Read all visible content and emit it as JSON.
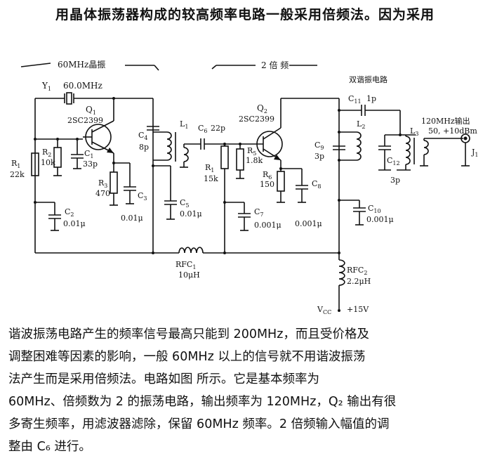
{
  "heading": "用晶体振荡器构成的较高频率电路一般采用倍频法。因为采用",
  "schematic": {
    "section_osc": "60MHz晶振",
    "section_doubler": "2 倍 频",
    "section_tank": "双谐振电路",
    "Y1": "Y",
    "Y1_sub": "1",
    "Y1_value": "60.0MHz",
    "Q1": "Q",
    "Q1_sub": "1",
    "Q1_part": "2SC2399",
    "Q2": "Q",
    "Q2_sub": "2",
    "Q2_part": "2SC2399",
    "R1a_name": "R",
    "R1a_sub": "1",
    "R1a_value": "22k",
    "R2_name": "R",
    "R2_sub": "2",
    "R2_value": "10k",
    "C1_name": "C",
    "C1_sub": "1",
    "C1_value": "33p",
    "R3_name": "R",
    "R3_sub": "3",
    "R3_value": "470",
    "C2_name": "C",
    "C2_sub": "2",
    "C2_value": "0.01μ",
    "C3_name": "C",
    "C3_sub": "3",
    "C3_value": "0.01μ",
    "C4_name": "C",
    "C4_sub": "4",
    "C4_value": "8p",
    "L1_name": "L",
    "L1_sub": "1",
    "C6_name": "C",
    "C6_sub": "6",
    "C6_value": "22p",
    "C5_name": "C",
    "C5_sub": "5",
    "C5_value": "0.01μ",
    "R1b_name": "R",
    "R1b_sub": "1",
    "R1b_value": "15k",
    "R5_name": "R",
    "R5_sub": "5",
    "R5_value": "1.8k",
    "R6_name": "R",
    "R6_sub": "6",
    "R6_value": "150",
    "C7_name": "C",
    "C7_sub": "7",
    "C7_value": "0.001μ",
    "C8_name": "C",
    "C8_sub": "8",
    "C8_value": "0.001μ",
    "C11_name": "C",
    "C11_sub": "11",
    "C11_value": "1p",
    "C9_name": "C",
    "C9_sub": "9",
    "C9_value": "3p",
    "L2_name": "L",
    "L2_sub": "2",
    "L3_name": "L",
    "L3_sub": "3",
    "C12_name": "C",
    "C12_sub": "12",
    "C12_value": "3p",
    "C10_name": "C",
    "C10_sub": "10",
    "C10_value": "0.001μ",
    "RFC1_name": "RFC",
    "RFC1_sub": "1",
    "RFC1_value": "10μH",
    "RFC2_name": "RFC",
    "RFC2_sub": "2",
    "RFC2_value": "2.2μH",
    "vcc_name": "V",
    "vcc_sub": "CC",
    "vcc_value": "+15V",
    "output_label": "120MHz输出",
    "output_level": "50, +10dBm",
    "J1_name": "J",
    "J1_sub": "1"
  },
  "paragraph": [
    "谐波振荡电路产生的频率信号最高只能到 200MHz，而且受价格及",
    "调整困难等因素的影响，一般 60MHz 以上的信号就不用谐波振荡",
    "法产生而是采用倍频法。电路如图          所示。它是基本频率为",
    "60MHz、倍频数为 2 的振荡电路，输出频率为 120MHz，Q₂ 输出有很",
    "多寄生频率，用滤波器滤除，保留 60MHz 频率。2 倍频输入幅值的调",
    "整由 C₆ 进行。"
  ]
}
